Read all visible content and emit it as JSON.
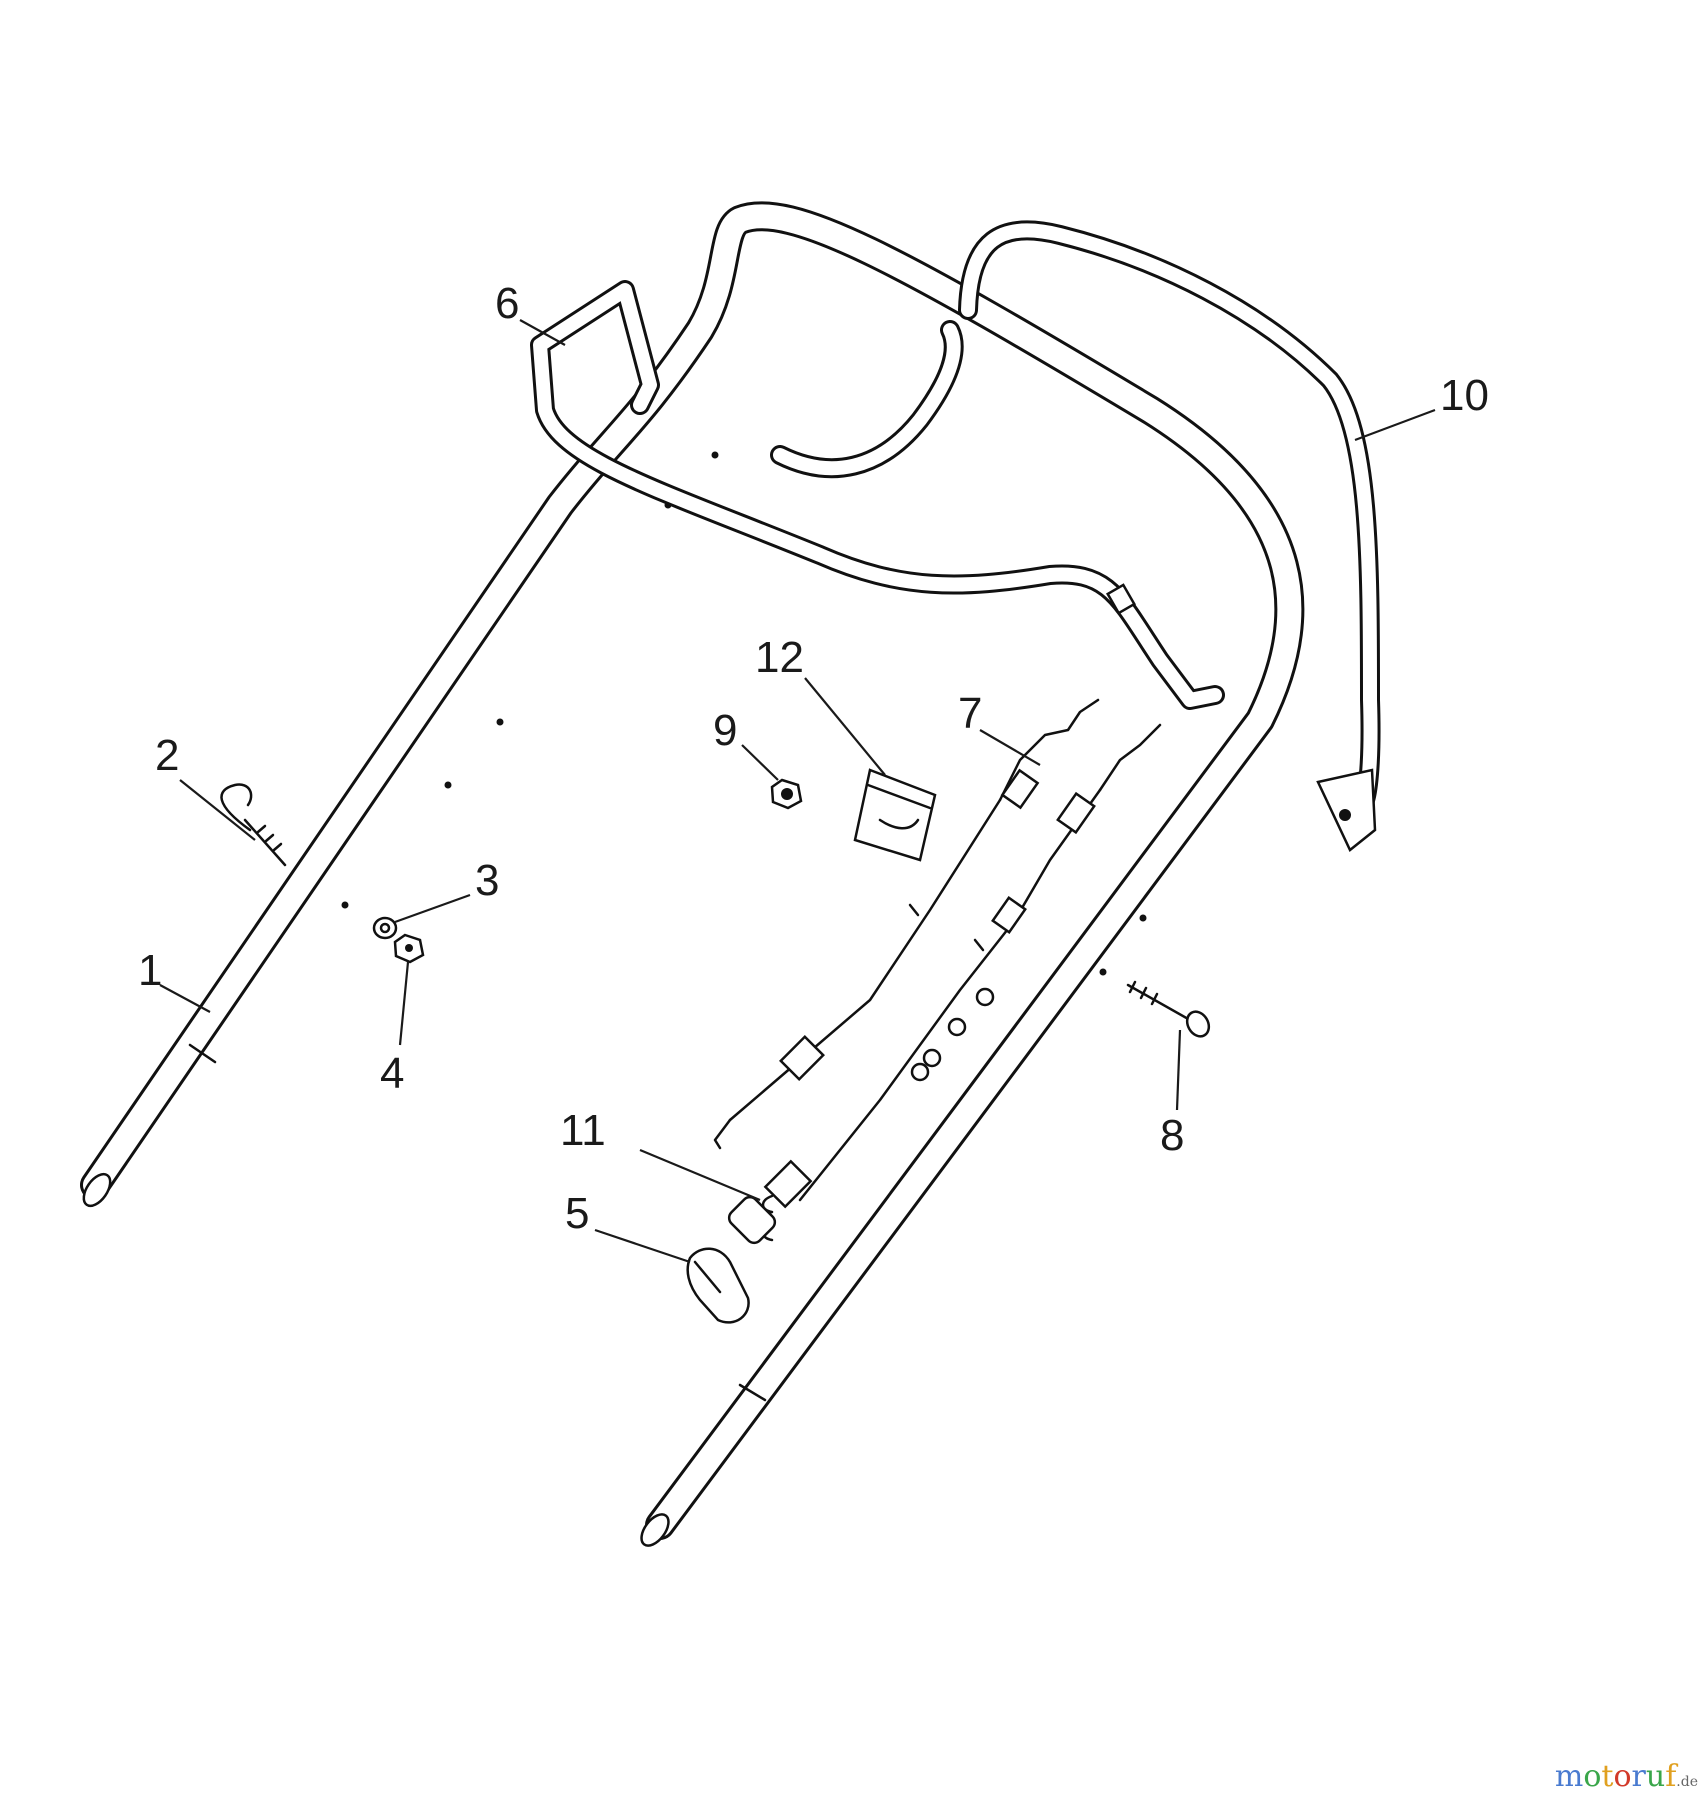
{
  "diagram": {
    "callouts": [
      {
        "id": "1",
        "label": "1"
      },
      {
        "id": "2",
        "label": "2"
      },
      {
        "id": "3",
        "label": "3"
      },
      {
        "id": "4",
        "label": "4"
      },
      {
        "id": "5",
        "label": "5"
      },
      {
        "id": "6",
        "label": "6"
      },
      {
        "id": "7",
        "label": "7"
      },
      {
        "id": "8",
        "label": "8"
      },
      {
        "id": "9",
        "label": "9"
      },
      {
        "id": "10",
        "label": "10"
      },
      {
        "id": "11",
        "label": "11"
      },
      {
        "id": "12",
        "label": "12"
      }
    ]
  },
  "watermark": {
    "text": "motoruf",
    "tld": ".de",
    "colors": [
      "#4a7bd0",
      "#3aa64a",
      "#e0a020",
      "#d23a2a"
    ]
  }
}
